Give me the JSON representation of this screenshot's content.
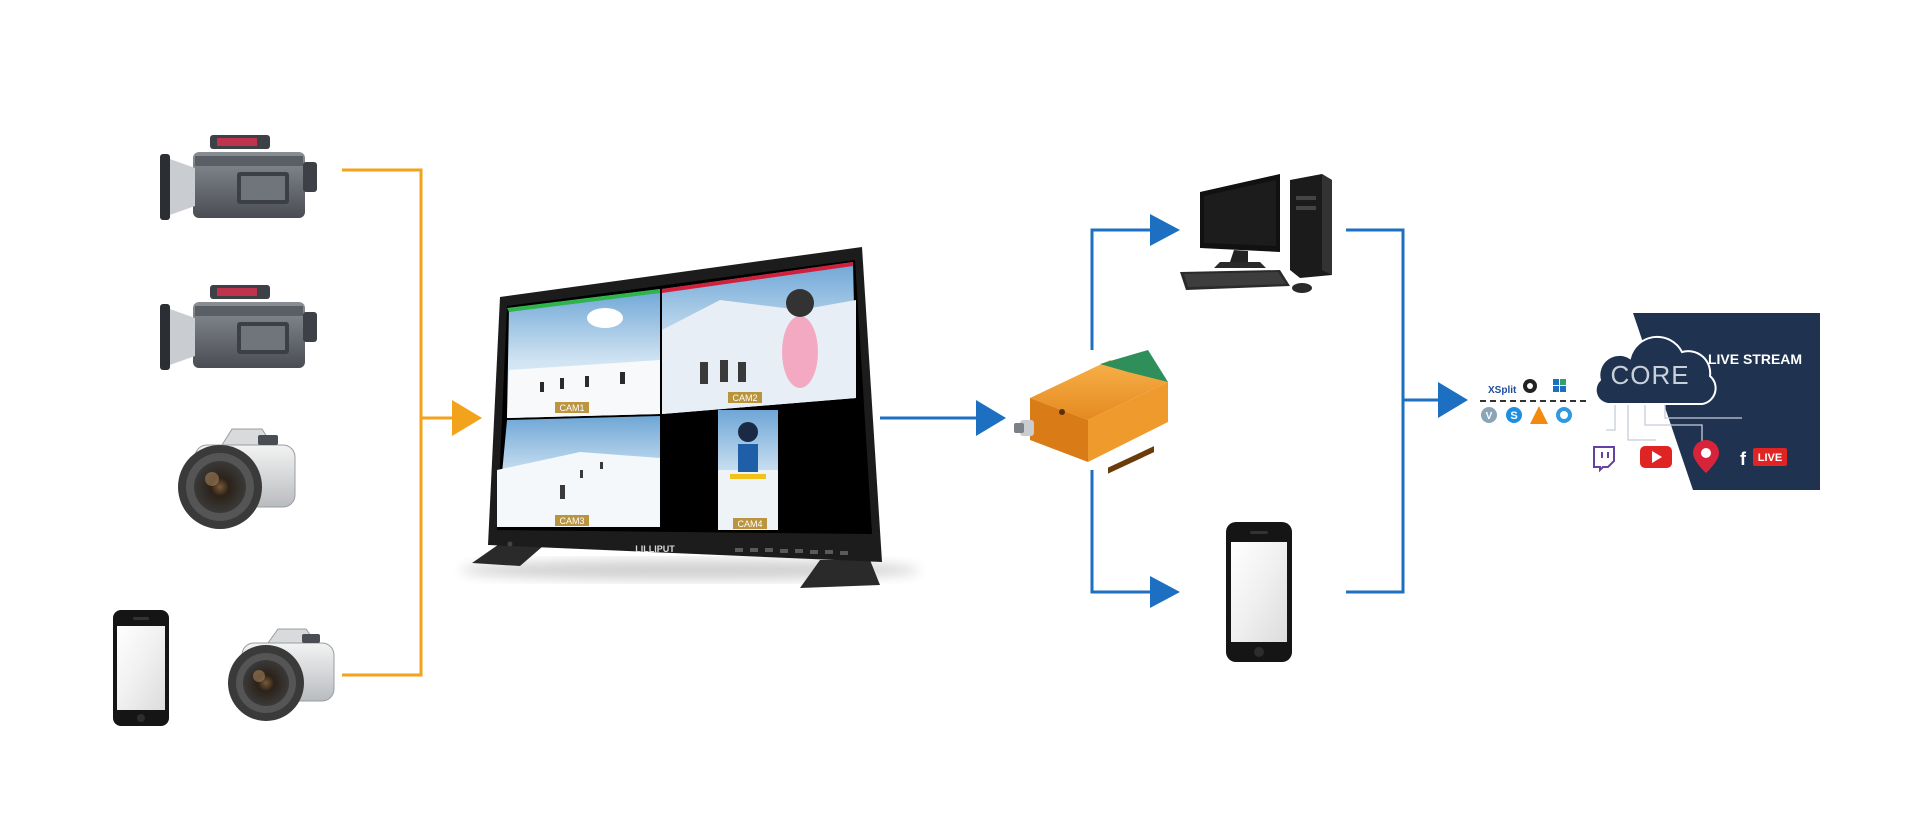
{
  "colors": {
    "background": "#ffffff",
    "input_line": "#f2a21b",
    "output_line": "#1d6fc2",
    "monitor_frame": "#1c1c1c",
    "card_navy": "#1f3350",
    "capture_orange": "#f2a33a",
    "capture_green": "#2f8f5a"
  },
  "sources": [
    {
      "name": "camcorder-1",
      "icon": "camcorder-icon"
    },
    {
      "name": "camcorder-2",
      "icon": "camcorder-icon"
    },
    {
      "name": "dslr-camera",
      "icon": "dslr-camera-icon"
    },
    {
      "name": "smartphone-and-camera",
      "icon": "smartphone-icon"
    }
  ],
  "monitor": {
    "brand": "LILLIPUT",
    "quad_labels": [
      "CAM1",
      "CAM2",
      "CAM3",
      "CAM4"
    ]
  },
  "capture_device": {
    "icon": "capture-card-icon"
  },
  "destinations": [
    {
      "name": "desktop-pc",
      "icon": "desktop-computer-icon"
    },
    {
      "name": "smartphone",
      "icon": "smartphone-icon"
    }
  ],
  "software_icons": [
    "xsplit-icon",
    "obs-icon",
    "wirecast-icon",
    "vmix-icon",
    "skype-icon",
    "vlc-icon",
    "quicktime-icon"
  ],
  "software_labels": {
    "xsplit": "XSplit"
  },
  "stream_card": {
    "logo_text": "CORE",
    "title": "LIVE STREAM",
    "platforms": [
      "twitch-icon",
      "youtube-icon",
      "periscope-icon",
      "facebook-live-icon"
    ],
    "fb_live_label": "LIVE"
  }
}
